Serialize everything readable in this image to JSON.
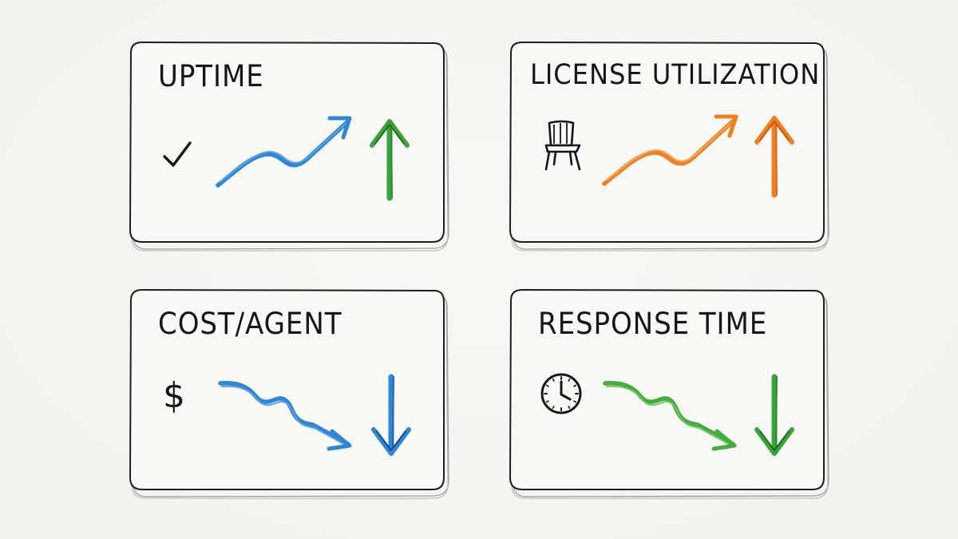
{
  "cards": [
    {
      "title": "UPTIME",
      "icon": "checkmark-icon",
      "trend_direction": "up",
      "indicator_direction": "up",
      "trend_color": "#2f86d6",
      "indicator_color": "#3aa33a"
    },
    {
      "title": "LICENSE UTILIZATION",
      "icon": "chair-icon",
      "trend_direction": "up",
      "indicator_direction": "up",
      "trend_color": "#f07f22",
      "indicator_color": "#f07f22"
    },
    {
      "title": "COST/AGENT",
      "icon": "dollar-icon",
      "trend_direction": "down",
      "indicator_direction": "down",
      "trend_color": "#2f86d6",
      "indicator_color": "#2f86d6"
    },
    {
      "title": "RESPONSE TIME",
      "icon": "clock-icon",
      "trend_direction": "down",
      "indicator_direction": "down",
      "trend_color": "#45ad3c",
      "indicator_color": "#3aa33a"
    }
  ],
  "symbols": {
    "dollar": "$"
  }
}
